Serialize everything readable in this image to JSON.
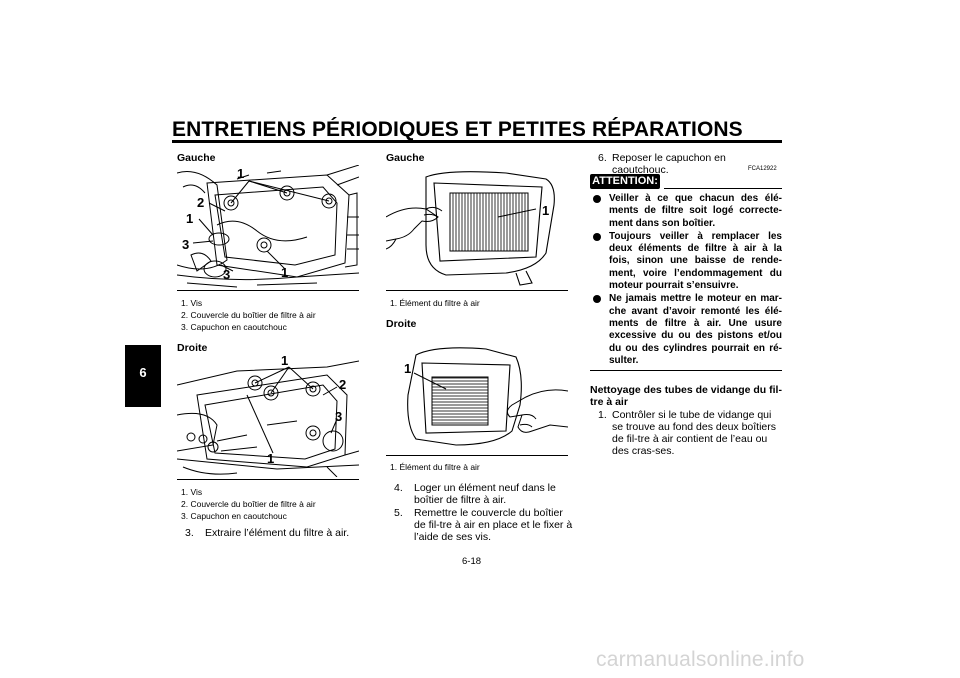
{
  "header": {
    "title": "ENTRETIENS PÉRIODIQUES ET PETITES RÉPARATIONS"
  },
  "chapter_tab": "6",
  "col1": {
    "fig1_heading": "Gauche",
    "fig1_callouts": [
      "1",
      "2",
      "1",
      "3",
      "3",
      "1"
    ],
    "fig1_captions": [
      "1. Vis",
      "2. Couvercle du boîtier de filtre à air",
      "3. Capuchon en caoutchouc"
    ],
    "fig2_heading": "Droite",
    "fig2_callouts": [
      "1",
      "2",
      "3",
      "1"
    ],
    "fig2_captions": [
      "1. Vis",
      "2. Couvercle du boîtier de filtre à air",
      "3. Capuchon en caoutchouc"
    ],
    "step3_num": "3.",
    "step3_text": "Extraire l’élément du filtre à air."
  },
  "col2": {
    "fig3_heading": "Gauche",
    "fig3_callout": "1",
    "fig3_caption": "1. Élément du filtre à air",
    "fig4_heading": "Droite",
    "fig4_callout": "1",
    "fig4_caption": "1. Élément du filtre à air",
    "step4_num": "4.",
    "step4_text": "Loger un élément neuf dans le boîtier de filtre à air.",
    "step5_num": "5.",
    "step5_text": "Remettre le couvercle du boîtier de fil-tre à air en place et le fixer à l’aide de ses vis."
  },
  "col3": {
    "step6_num": "6.",
    "step6_text": "Reposer le capuchon en caoutchouc.",
    "attention_label": "ATTENTION:",
    "attention_code": "FCA12922",
    "bullets": [
      "Veiller à ce que chacun des élé-ments de filtre soit logé correcte-ment dans son boîtier.",
      "Toujours veiller à remplacer les deux éléments de filtre à air à la fois, sinon une baisse de rende-ment, voire l’endommagement du moteur pourrait s’ensuivre.",
      "Ne jamais mettre le moteur en mar-che avant d’avoir remonté les élé-ments de filtre à air. Une usure excessive du ou des pistons et/ou du ou des cylindres pourrait en ré-sulter."
    ],
    "section_title_line1": "Nettoyage des tubes de vidange du fil-",
    "section_title_line2": "tre à air",
    "step1_num": "1.",
    "step1_text": "Contrôler si le tube de vidange qui se trouve au fond des deux boîtiers de fil-tre à air contient de l’eau ou des cras-ses."
  },
  "footer": {
    "page_number": "6-18"
  },
  "watermark": "carmanualsonline.info"
}
